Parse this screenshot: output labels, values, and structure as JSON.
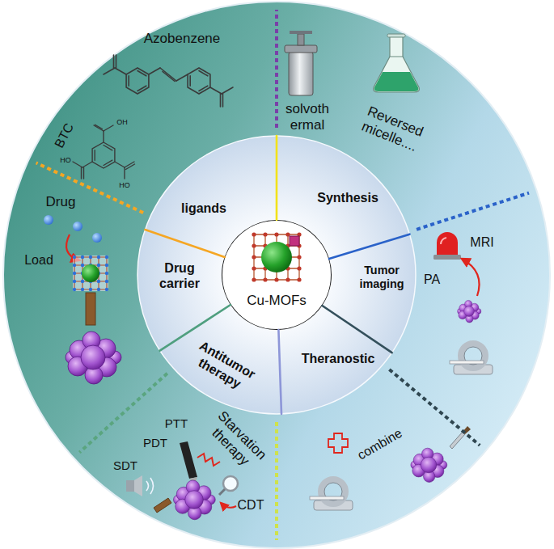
{
  "diagram": {
    "nodes": [
      {
        "text": [
          "Cu-MOFs"
        ]
      },
      {
        "text": [
          "ligands"
        ]
      },
      {
        "text": [
          "Synthesis"
        ]
      },
      {
        "text": [
          "Tumor imaging"
        ]
      },
      {
        "text": [
          "Theranostic"
        ]
      },
      {
        "text": [
          "Antitumor therapy"
        ]
      },
      {
        "text": [
          "Drug carrier"
        ]
      }
    ],
    "labels": [
      "Azobenzene",
      "BTC",
      "OH",
      "HO",
      "HO",
      "solvoth ermal",
      "Reversed micelle....",
      "MRI",
      "PA",
      "Drug",
      "Load",
      "PTT",
      "PDT",
      "SDT",
      "Starvation therapy",
      "CDT",
      "combine"
    ]
  }
}
